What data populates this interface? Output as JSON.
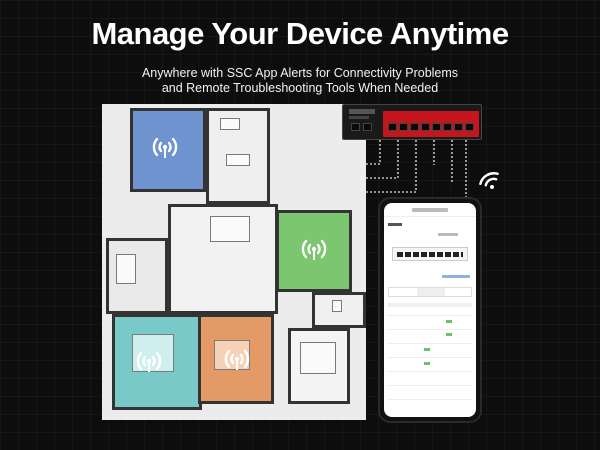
{
  "headline": "Manage Your Device Anytime",
  "subtitle_line1": "Anywhere with SSC App Alerts for Connectivity Problems",
  "subtitle_line2": "and Remote Troubleshooting Tools When Needed",
  "colors": {
    "background": "#0d0d0d",
    "switch_red": "#c4161c",
    "room_blue": "#6f93cf",
    "room_green": "#7bc66e",
    "room_teal": "#79c9c9",
    "room_orange": "#e39a66",
    "cable_colors": [
      "#7fa3d9",
      "#8fd06f",
      "#6ec9c9",
      "#e8a06a"
    ]
  },
  "icons": [
    "wifi-icon",
    "router-signal-icon"
  ]
}
